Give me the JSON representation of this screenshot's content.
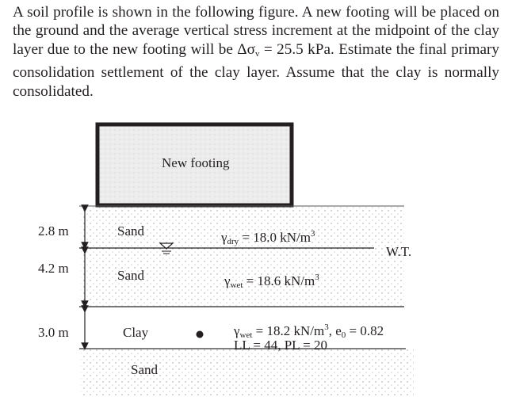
{
  "problem": {
    "text": "A soil profile is shown in the following figure. A new footing will be placed on the ground and the average vertical stress increment at the midpoint of the clay layer due to the new footing will be Δσv = 25.5 kPa. Estimate the final primary consolidation settlement of the clay layer. Assume that the clay is normally consolidated.",
    "part1": "A soil profile is shown in the following figure. A new footing will be placed on the ground and the average vertical stress increment at the midpoint of the clay layer due to the new footing will be Δσ",
    "sigma_sub": "v",
    "part2": " = 25.5 kPa. Estimate the final primary consolidation settlement of the clay layer. Assume that the clay is normally consolidated."
  },
  "figure": {
    "footing_label": "New footing",
    "water_table_label": "W.T.",
    "layers": [
      {
        "thickness": "2.8 m",
        "name": "Sand",
        "gamma_symbol": "γ",
        "gamma_sub": "dry",
        "gamma_value": " = 18.0 kN/m",
        "unit_sup": "3"
      },
      {
        "thickness": "4.2 m",
        "name": "Sand",
        "gamma_symbol": "γ",
        "gamma_sub": "wet",
        "gamma_value": " = 18.6 kN/m",
        "unit_sup": "3"
      },
      {
        "thickness": "3.0 m",
        "name": "Clay",
        "gamma_symbol": "γ",
        "gamma_sub": "wet",
        "gamma_value": " = 18.2 kN/m",
        "unit_sup": "3",
        "e0_text": ", e",
        "e0_sub": "0",
        "e0_value": " = 0.82",
        "limits": "LL = 44, PL = 20"
      },
      {
        "name": "Sand"
      }
    ]
  }
}
